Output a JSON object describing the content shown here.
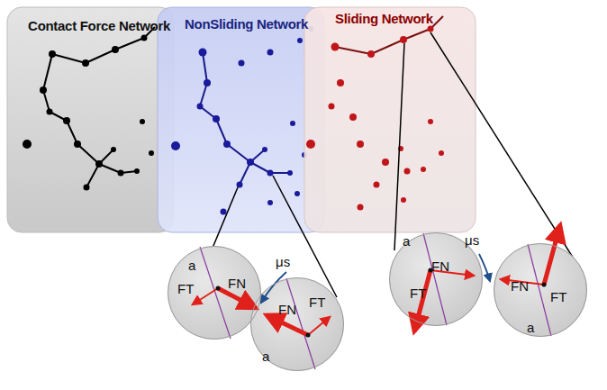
{
  "diagram": {
    "nodes": [
      {
        "text": [
          "Contact Force Network"
        ]
      },
      {
        "text": [
          "NonSliding Network"
        ]
      },
      {
        "text": [
          "Sliding Network"
        ]
      },
      {
        "text": [
          "a",
          "FT",
          "FN"
        ]
      },
      {
        "text": [
          "FN",
          "FT",
          "a"
        ]
      },
      {
        "text": [
          "a",
          "FN",
          "FT"
        ]
      },
      {
        "text": [
          "FN",
          "FT",
          "a"
        ]
      }
    ],
    "labels": [
      "μs",
      "μs"
    ]
  }
}
